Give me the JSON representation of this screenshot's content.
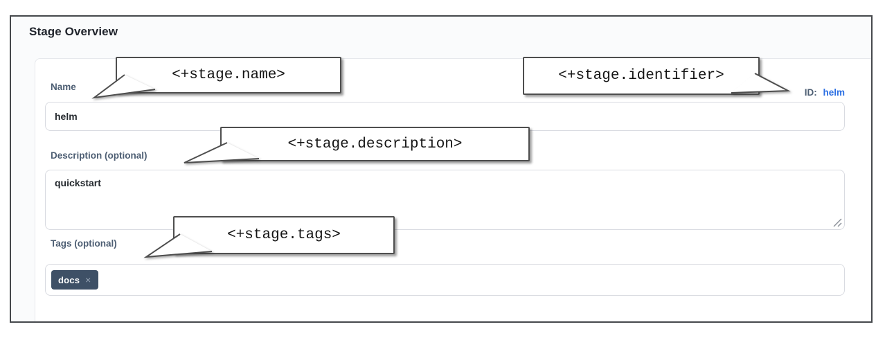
{
  "page": {
    "title": "Stage Overview"
  },
  "form": {
    "name": {
      "label": "Name",
      "value": "helm"
    },
    "identifier": {
      "label": "ID:",
      "value": "helm"
    },
    "description": {
      "label": "Description (optional)",
      "value": "quickstart"
    },
    "tags": {
      "label": "Tags (optional)",
      "chips": [
        {
          "label": "docs",
          "remove_symbol": "×"
        }
      ]
    }
  },
  "callouts": {
    "name": "<+stage.name>",
    "identifier": "<+stage.identifier>",
    "description": "<+stage.description>",
    "tags": "<+stage.tags>"
  },
  "colors": {
    "label_text": "#4d5e73",
    "id_link": "#2b6fe3",
    "input_text": "#24292e",
    "input_border": "#d9dbe1",
    "tag_chip_bg": "#3e5066",
    "tag_remove": "#97a4b5",
    "callout_border": "#4e4e4e",
    "frame_border": "#45484c",
    "card_border": "#e6e8ec"
  }
}
